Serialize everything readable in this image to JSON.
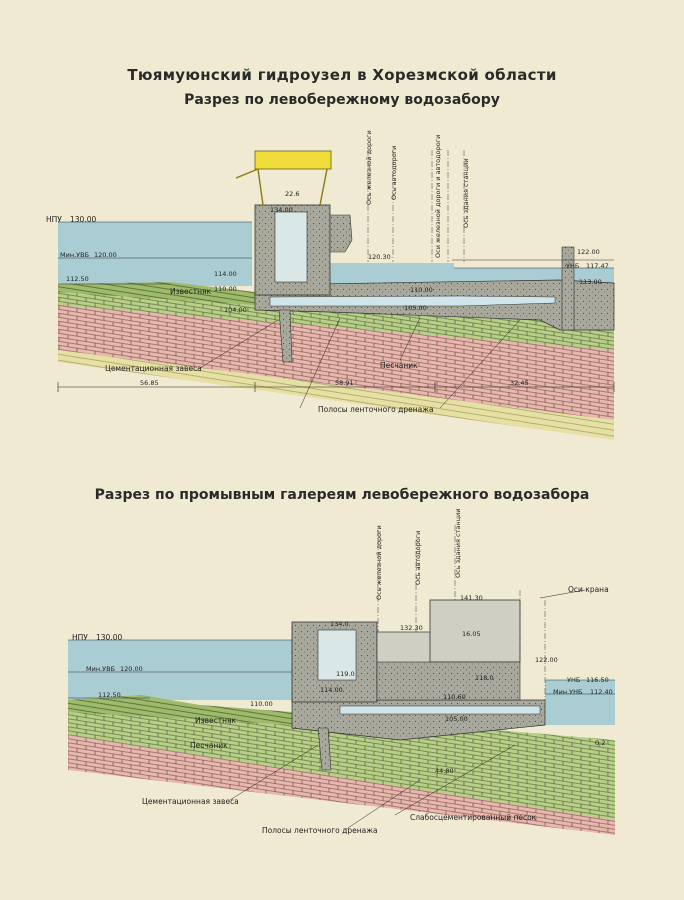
{
  "titles": {
    "main": "Тюямуюнский гидроузел в Хорезмской области",
    "section1": "Разрез по левобережному водозабору",
    "section2": "Разрез по промывным галереям левобережного водозабора"
  },
  "section1": {
    "levels": {
      "npu": "НПУ",
      "npu_val": "130.00",
      "min_uvb": "Мин.УВБ",
      "min_uvb_val": "120.00",
      "bed": "112.50",
      "crane": "134.00",
      "w1": "114.00",
      "w2": "110.00",
      "w3": "104.00",
      "road": "120.30",
      "g1": "110.00",
      "g2": "105.00",
      "right1": "122.00",
      "unb": "УНБ",
      "unb_val": "117.47",
      "right2": "113.00"
    },
    "dims": {
      "d1": "22.6",
      "d2": "56.85",
      "d3": "58.91",
      "d4": "32.45"
    },
    "axes": {
      "rail": "Ось железной дороги",
      "road": "Ось автодороги",
      "rail_road": "Оси железной дороги и автодороги",
      "station": "Ось здания станции"
    },
    "labels": {
      "limestone": "Известняк",
      "sandstone": "Песчаник",
      "curtain": "Цементационная завеса",
      "drain": "Полосы ленточного дренажа"
    }
  },
  "section2": {
    "levels": {
      "npu": "НПУ",
      "npu_val": "130.00",
      "min_uvb": "Мин.УВБ",
      "min_uvb_val": "120.00",
      "bed": "112.50",
      "bed2": "110.00",
      "top1": "134.0",
      "top2": "132.30",
      "top3": "141.30",
      "top4": "16.05",
      "i1": "119.0",
      "i2": "114.00",
      "i3": "118.0",
      "i4": "110.60",
      "i5": "105.00",
      "right1": "122.00",
      "unb": "УНБ",
      "unb_val": "116.50",
      "min_unb": "Мин.УНБ",
      "min_unb_val": "112.40",
      "neg": "0.2",
      "dim": "44.80"
    },
    "axes": {
      "rail": "Ось железной дороги",
      "road": "Ось автодороги",
      "station": "Ось здания станции",
      "crane": "Оси крана"
    },
    "labels": {
      "limestone": "Известняк",
      "sandstone": "Песчаник",
      "curtain": "Цементационная завеса",
      "drain": "Полосы ленточного дренажа",
      "sand": "Слабосцементированный песок"
    }
  }
}
